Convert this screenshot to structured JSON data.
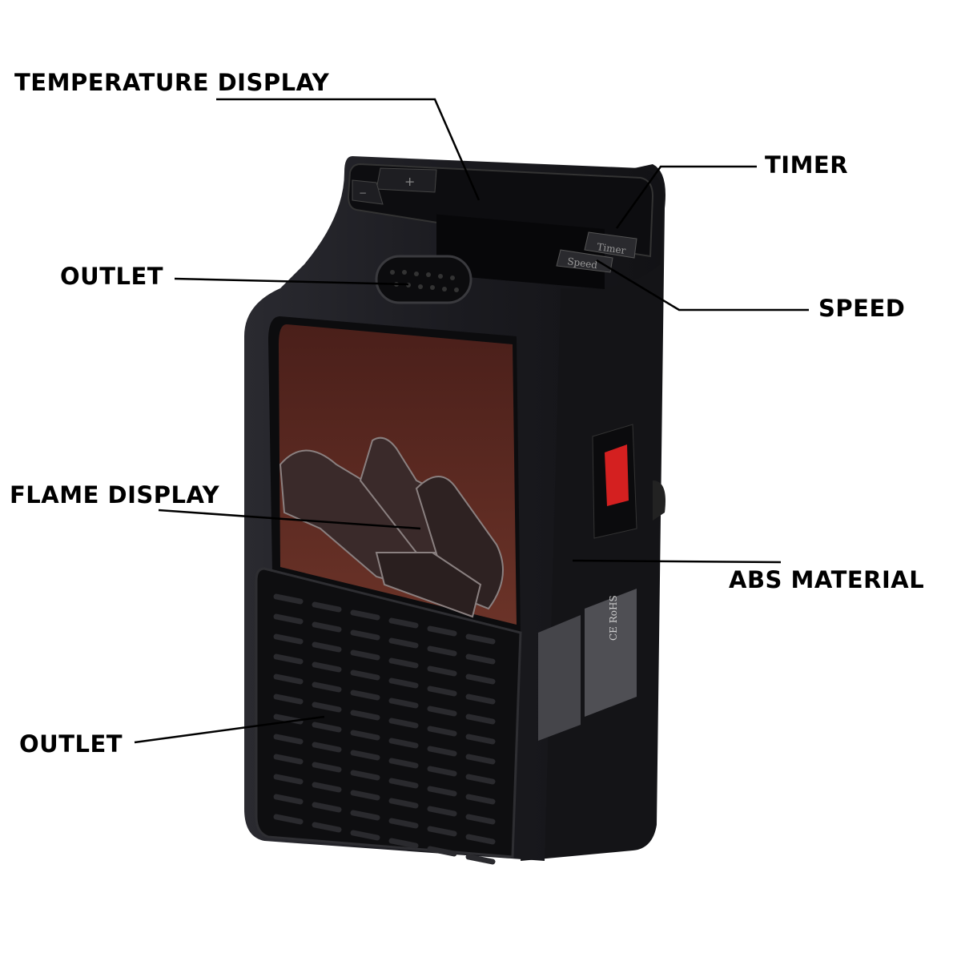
{
  "labels": {
    "temperature_display": "TEMPERATURE DISPLAY",
    "timer": "TIMER",
    "outlet_top": "OUTLET",
    "speed": "SPEED",
    "flame_display": "FLAME DISPLAY",
    "abs_material": "ABS MATERIAL",
    "outlet_bottom": "OUTLET"
  },
  "device": {
    "buttons": {
      "plus": "+",
      "minus": "−",
      "timer": "Timer",
      "speed": "Speed"
    },
    "sticker_marks": "CE RoHS"
  },
  "colors": {
    "body": "#1c1c20",
    "flame_panel": "#5a2a22",
    "switch": "#d42020",
    "leader_line": "#000000"
  }
}
